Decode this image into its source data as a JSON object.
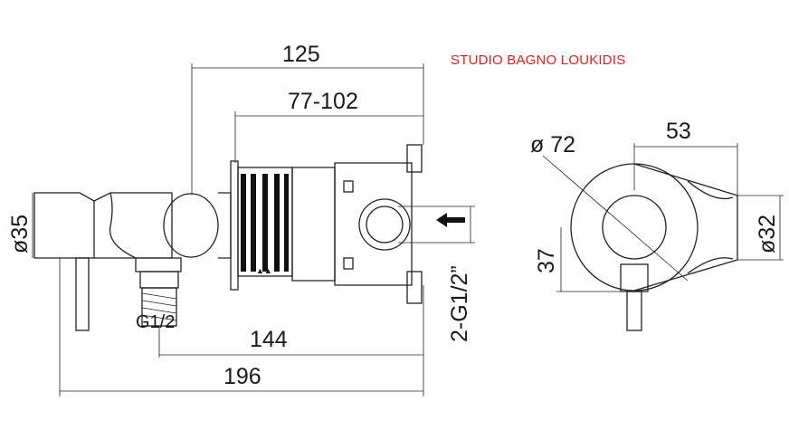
{
  "watermark": "STUDIO BAGNO LOUKIDIS",
  "colors": {
    "line": "#222222",
    "watermark": "#e0201b",
    "background": "#ffffff"
  },
  "dimensions": {
    "overall_top": "125",
    "box_depth": "77-102",
    "diameter_head": "ø35",
    "outlet_thread": "G1/2",
    "to_inlet": "144",
    "overall_bottom": "196",
    "inlet_thread": "2-G1/2”",
    "rosette_diameter": "ø 72",
    "side_projection": "53",
    "side_height": "37",
    "side_diameter": "ø32"
  },
  "views": [
    "front-view",
    "side-view"
  ]
}
